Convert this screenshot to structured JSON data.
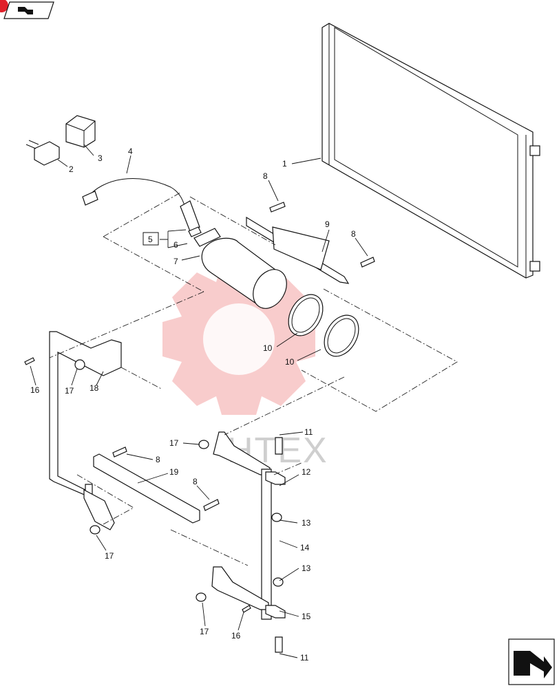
{
  "colors": {
    "line": "#111111",
    "watermark_gear": "#f3a2a2",
    "watermark_text": "#cfcfcf",
    "badge": "#e0202a"
  },
  "icons": {
    "top_left": "page-arrow-icon",
    "bottom_right": "next-page-arrow-icon"
  },
  "watermark": {
    "text": "HTEX"
  },
  "callouts": {
    "c1": "1",
    "c2": "2",
    "c3": "3",
    "c4": "4",
    "c5": "5",
    "c6": "6",
    "c7": "7",
    "c8a": "8",
    "c8b": "8",
    "c8c": "8",
    "c8d": "8",
    "c9": "9",
    "c10a": "10",
    "c10b": "10",
    "c11a": "11",
    "c11b": "11",
    "c12": "12",
    "c13a": "13",
    "c13b": "13",
    "c14": "14",
    "c15": "15",
    "c16a": "16",
    "c16b": "16",
    "c17a": "17",
    "c17b": "17",
    "c17c": "17",
    "c17d": "17",
    "c18": "18",
    "c19": "19"
  }
}
